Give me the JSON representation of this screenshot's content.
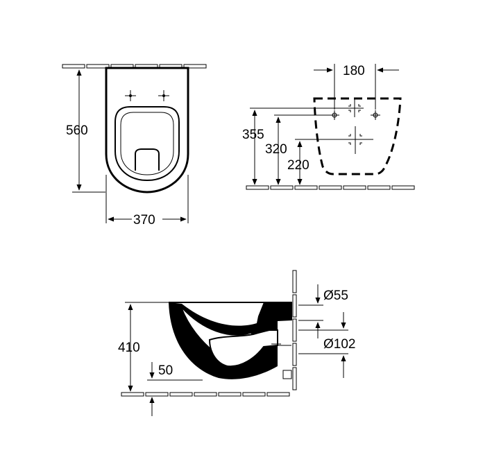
{
  "top_view": {
    "depth_label": "560",
    "width_label": "370"
  },
  "front_view": {
    "fixing_spacing_label": "180",
    "upper_fixing_height_label": "355",
    "lower_fixing_height_label": "320",
    "waste_height_label": "220"
  },
  "side_view": {
    "height_label": "410",
    "floor_gap_label": "50",
    "inlet_diameter_label": "Ø55",
    "outlet_diameter_label": "Ø102"
  }
}
